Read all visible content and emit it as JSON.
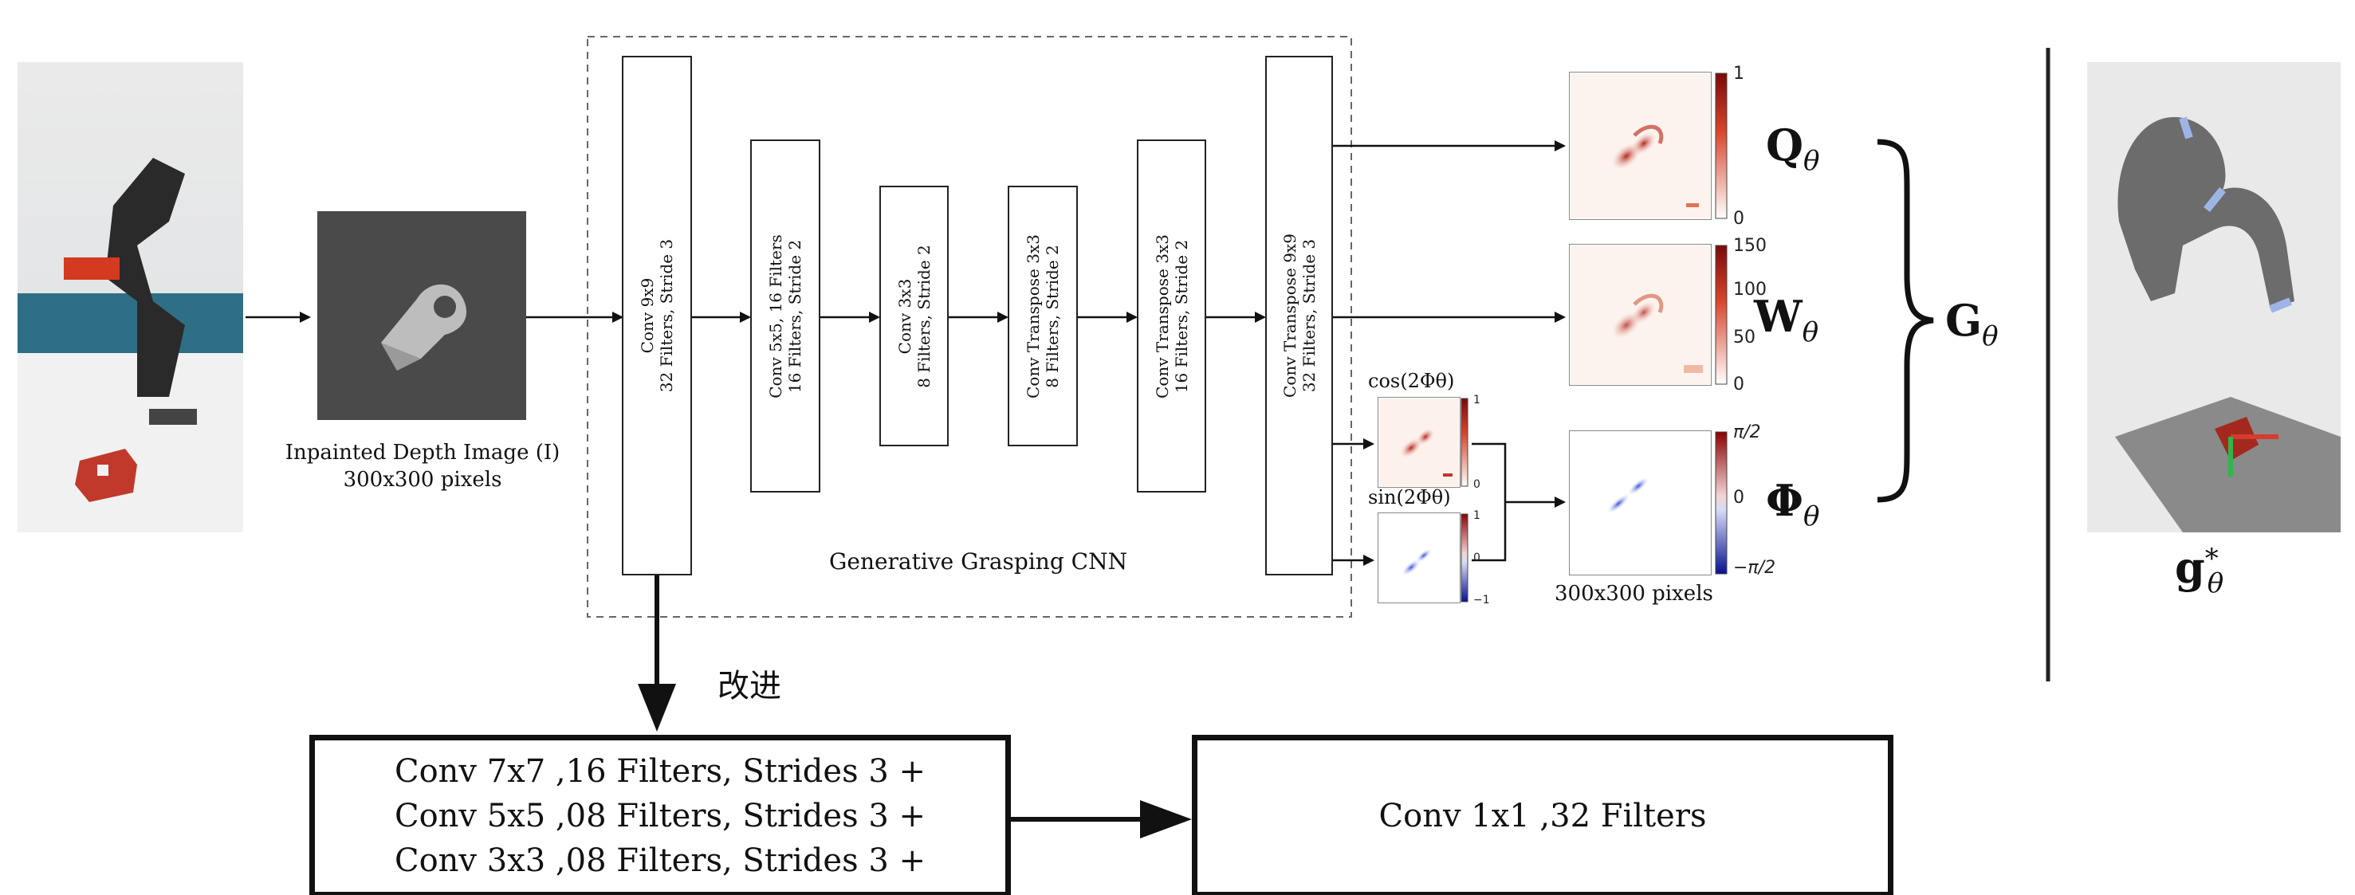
{
  "input": {
    "caption_line1": "Inpainted Depth Image (I)",
    "caption_line2": "300x300 pixels"
  },
  "network": {
    "title": "Generative Grasping CNN",
    "layers": [
      "Conv 9x9\n32 Filters, Stride 3",
      "Conv 5x5, 16 Filters\n16 Filters, Stride 2",
      "Conv 3x3\n8 Filters, Stride 2",
      "Conv Transpose 3x3\n8 Filters, Stride 2",
      "Conv Transpose 3x3\n16 Filters, Stride 2",
      "Conv Transpose 9x9\n32 Filters, Stride 3"
    ]
  },
  "outputs": {
    "q": {
      "symbol": "Q",
      "subscript": "θ",
      "colorbar_ticks": [
        "1",
        "0"
      ]
    },
    "w": {
      "symbol": "W",
      "subscript": "θ",
      "colorbar_ticks": [
        "150",
        "100",
        "50",
        "0"
      ]
    },
    "phi": {
      "symbol": "Φ",
      "subscript": "θ",
      "colorbar_ticks": [
        "π/2",
        "0",
        "−π/2"
      ]
    },
    "cos_label": "cos(2Φθ)",
    "sin_label": "sin(2Φθ)",
    "cos_ticks": [
      "1",
      "0"
    ],
    "sin_ticks": [
      "1",
      "0",
      "−1"
    ],
    "pixels_label": "300x300 pixels",
    "group_symbol": "G",
    "group_subscript": "θ"
  },
  "result": {
    "symbol": "g",
    "superscript": "*",
    "subscript": "θ"
  },
  "improvement": {
    "label": "改进",
    "box1_lines": [
      "Conv 7x7 ,16 Filters, Strides 3 +",
      "Conv 5x5 ,08 Filters, Strides 3 +",
      "Conv 3x3 ,08 Filters, Strides 3 +"
    ],
    "box2_text": "Conv 1x1 ,32 Filters"
  },
  "colors": {
    "heat_red": "#c0392b",
    "heat_blue": "#2c3fbf",
    "line": "#111111"
  }
}
